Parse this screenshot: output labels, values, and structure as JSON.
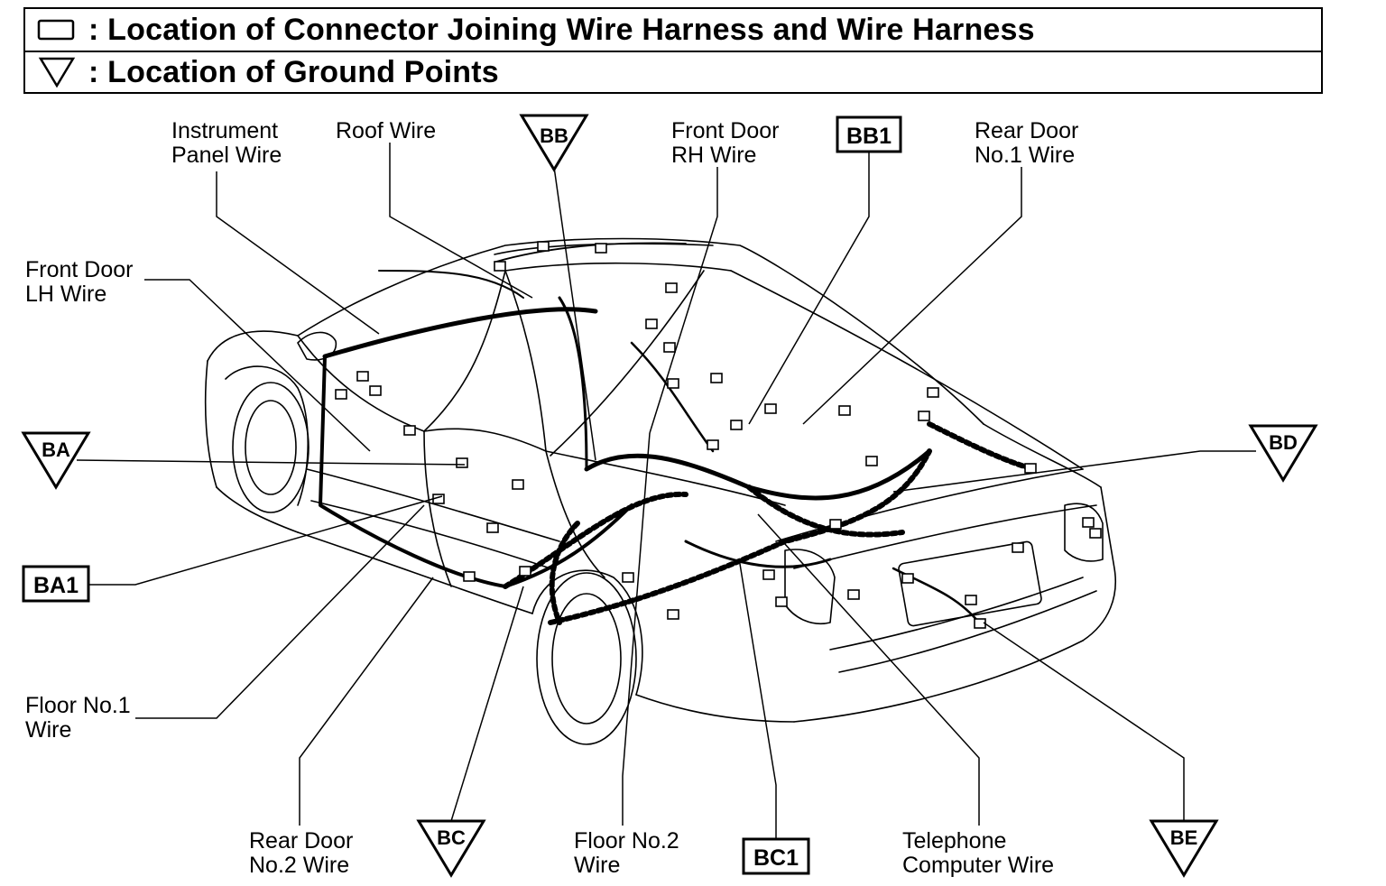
{
  "legend": {
    "connector_text": ": Location of Connector Joining Wire Harness and Wire Harness",
    "ground_text": ": Location of Ground Points",
    "connector_symbol": "rectangle-box",
    "ground_symbol": "down-triangle"
  },
  "wires": {
    "instrument_panel": [
      "Instrument",
      "Panel Wire"
    ],
    "roof": [
      "Roof Wire"
    ],
    "front_door_rh": [
      "Front Door",
      "RH Wire"
    ],
    "rear_door_no1": [
      "Rear Door",
      "No.1 Wire"
    ],
    "front_door_lh": [
      "Front Door",
      "LH Wire"
    ],
    "floor_no1": [
      "Floor No.1",
      "Wire"
    ],
    "rear_door_no2": [
      "Rear Door",
      "No.2 Wire"
    ],
    "floor_no2": [
      "Floor No.2",
      "Wire"
    ],
    "telephone_computer": [
      "Telephone",
      "Computer Wire"
    ]
  },
  "ground_points": {
    "bb": "BB",
    "ba": "BA",
    "bd": "BD",
    "bc": "BC",
    "be": "BE"
  },
  "connectors": {
    "bb1": "BB1",
    "ba1": "BA1",
    "bc1": "BC1"
  }
}
